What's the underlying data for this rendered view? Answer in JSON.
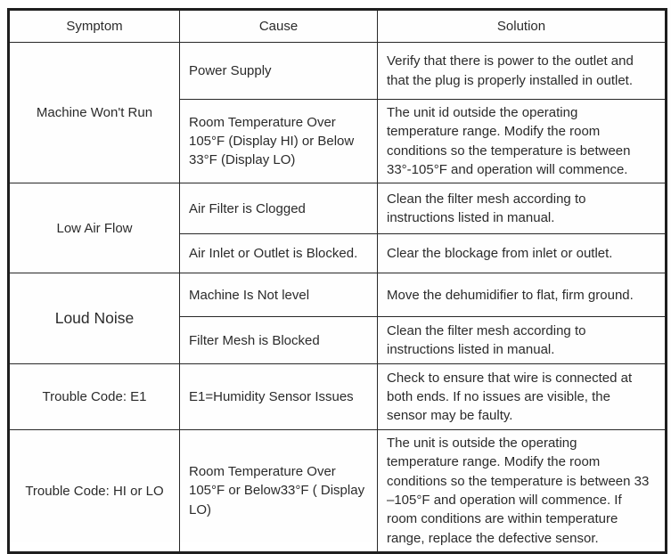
{
  "colors": {
    "border": "#282828",
    "outer_border": "#1e1e1e",
    "text": "#2b2b2b",
    "background": "#fefefe"
  },
  "table": {
    "headers": [
      "Symptom",
      "Cause",
      "Solution"
    ],
    "groups": [
      {
        "symptom": "Machine Won't Run",
        "rows": [
          {
            "cause": "Power Supply",
            "solution": "Verify that there is power to the outlet and that the plug is properly installed in outlet."
          },
          {
            "cause": "Room Temperature Over 105°F (Display HI) or Below 33°F (Display LO)",
            "solution": "The unit id outside the operating temperature range. Modify the room conditions so the temperature is between 33°-105°F and operation will commence."
          }
        ]
      },
      {
        "symptom": "Low Air Flow",
        "rows": [
          {
            "cause": "Air Filter is Clogged",
            "solution": "Clean the filter mesh according to instructions listed in manual."
          },
          {
            "cause": "Air Inlet or Outlet is Blocked.",
            "solution": "Clear the blockage from inlet or outlet."
          }
        ]
      },
      {
        "symptom": "Loud Noise",
        "rows": [
          {
            "cause": "Machine Is Not level",
            "solution": "Move the dehumidifier to flat, firm ground."
          },
          {
            "cause": "Filter Mesh is Blocked",
            "solution": "Clean the filter mesh according to instructions listed in manual."
          }
        ]
      },
      {
        "symptom": "Trouble Code: E1",
        "rows": [
          {
            "cause": "E1=Humidity Sensor Issues",
            "solution": "Check to ensure that wire is connected at both ends. If no issues are visible, the sensor may be faulty."
          }
        ]
      },
      {
        "symptom": "Trouble Code: HI or LO",
        "rows": [
          {
            "cause": "Room Temperature Over 105°F or Below33°F ( Display LO)",
            "solution": "The unit is outside the operating temperature range. Modify the room conditions so the temperature is between 33 –105°F and operation will commence. If room conditions are within temperature range, replace the defective sensor."
          }
        ]
      }
    ]
  }
}
